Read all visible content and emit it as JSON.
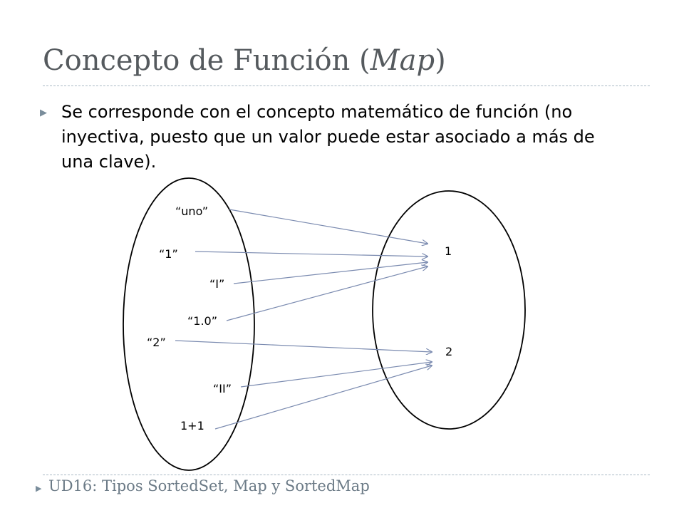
{
  "slide": {
    "title_main": "Concepto de Función (",
    "title_italic": "Map",
    "title_close": ")",
    "bullet_icon": "triangle-bullet-icon",
    "body": "Se corresponde con el concepto matemático de función (no inyectiva, puesto que un valor puede estar asociado a más de una clave).",
    "footer": "UD16: Tipos SortedSet, Map y SortedMap"
  },
  "diagram": {
    "domain_labels": [
      "“uno”",
      "“1”",
      "“I”",
      "“1.0”",
      "“2”",
      "“II”",
      "1+1"
    ],
    "codomain_labels": [
      "1",
      "2"
    ],
    "mappings": [
      {
        "from": "“uno”",
        "to": "1"
      },
      {
        "from": "“1”",
        "to": "1"
      },
      {
        "from": "“I”",
        "to": "1"
      },
      {
        "from": "“1.0”",
        "to": "1"
      },
      {
        "from": "“2”",
        "to": "2"
      },
      {
        "from": "“II”",
        "to": "2"
      },
      {
        "from": "1+1",
        "to": "2"
      }
    ],
    "arrow_color": "#7b8bb0"
  }
}
